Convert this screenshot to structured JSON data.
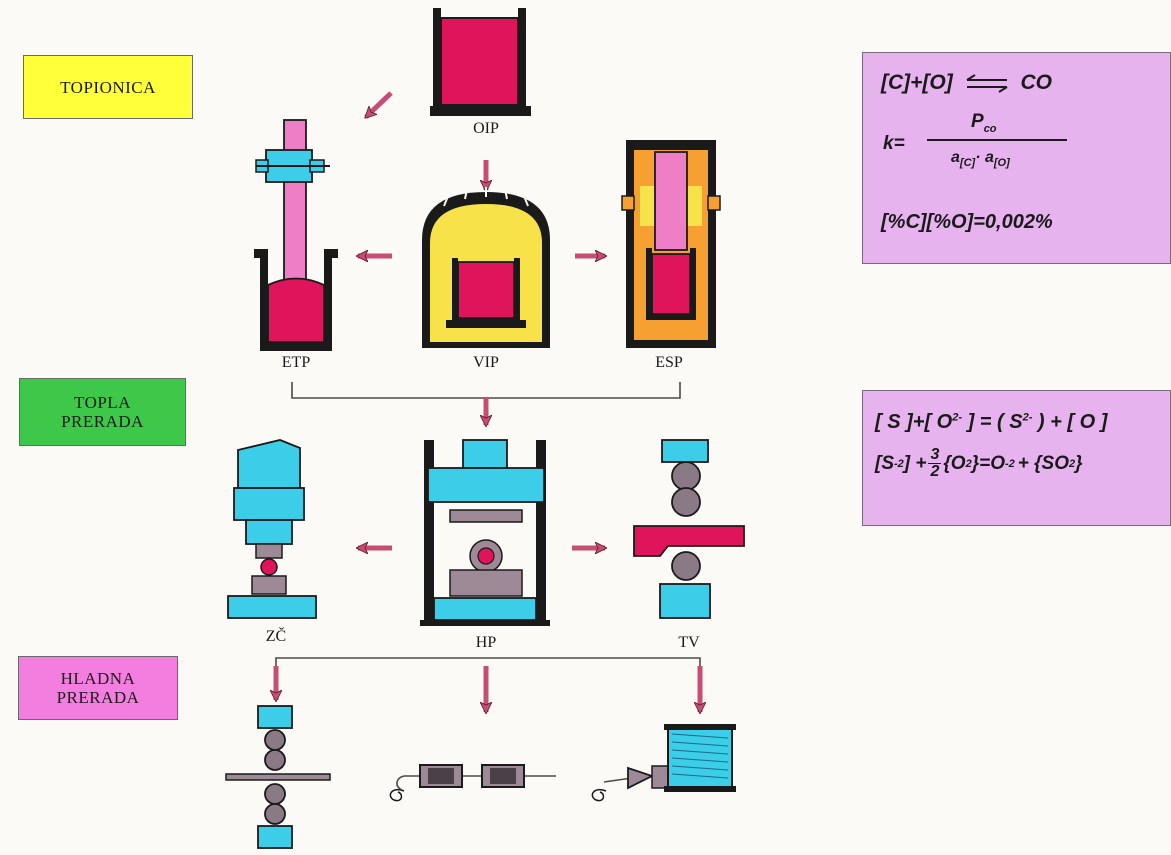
{
  "stages": {
    "melting": [
      "TOPIONICA"
    ],
    "hot_processing": [
      "TOPLA",
      "PRERADA"
    ],
    "cold_processing": [
      "HLADNA",
      "PRERADA"
    ]
  },
  "equipment": {
    "oip": "OIP",
    "etp": "ETP",
    "vip": "VIP",
    "esp": "ESP",
    "zc": "ZČ",
    "hp": "HP",
    "tv": "TV"
  },
  "formulas_1": {
    "reaction_lhs": "[C]+[O]",
    "reaction_rhs": "CO",
    "k_prefix": "k=",
    "numerator_main": "P",
    "numerator_sub": "co",
    "denominator": {
      "a1": "a",
      "a1_sub": "[C]",
      "dot": "·",
      "a2": "a",
      "a2_sub": "[O]"
    },
    "product_line": "[%C][%O]=0,002%"
  },
  "formulas_2": {
    "line1": {
      "p1": "[ S ]+[ O",
      "p1_sup": "2-",
      "p2": " ] = ( S",
      "p2_sup": "2-",
      "p3": " ) + [ O ]"
    },
    "line2": {
      "p1": "[S",
      "p1_sup": "-2",
      "p2": "] +",
      "frac_num": "3",
      "frac_den": "2",
      "p3": "{O",
      "p3_sub": "2",
      "p4": "}=O",
      "p4_sup": "-2",
      "p5": "+ {SO",
      "p5_sub": "2",
      "p6": "}"
    }
  },
  "colors": {
    "crimson": "#e0145a",
    "pink_rod": "#ee7ec6",
    "cyan": "#3ccde8",
    "yellow_melt": "#f7e24a",
    "orange_liner": "#f5a030",
    "gray_block": "#9e8a96",
    "arrow": "#c64e74",
    "outline": "#1a1a1a"
  }
}
